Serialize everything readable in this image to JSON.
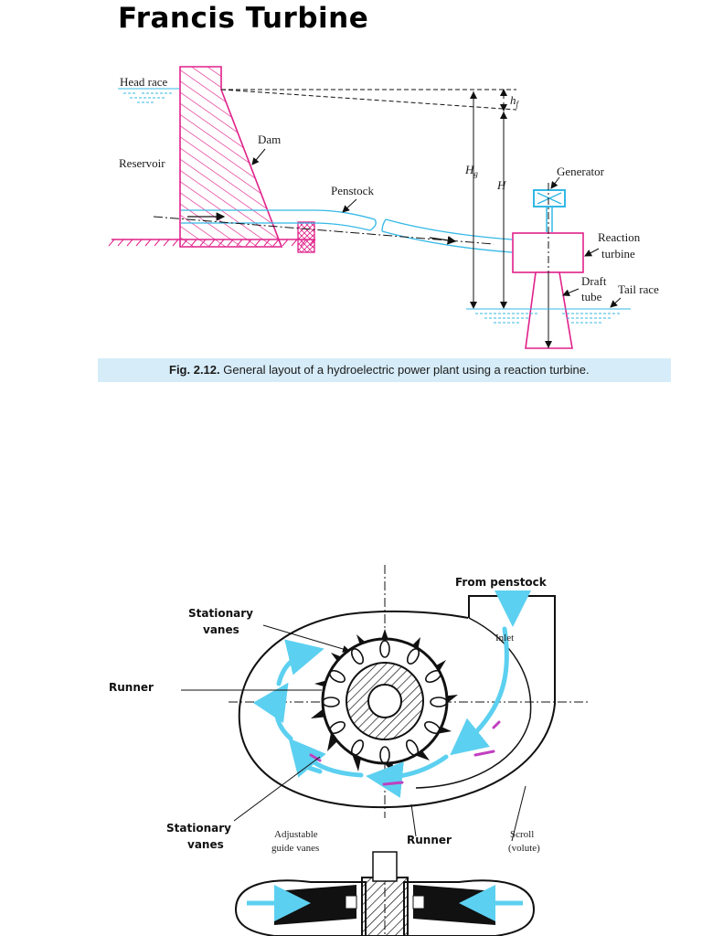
{
  "title": "Francis Turbine",
  "figure1": {
    "caption_num": "Fig. 2.12.",
    "caption_text": " General layout of a hydroelectric power plant using a reaction turbine.",
    "labels": {
      "head_race": "Head race",
      "reservoir": "Reservoir",
      "dam": "Dam",
      "penstock": "Penstock",
      "hg": "H",
      "hg_sub": "g",
      "h": "H",
      "hf": "h",
      "hf_sub": "f",
      "generator": "Generator",
      "reaction": "Reaction",
      "turbine": "turbine",
      "draft": "Draft",
      "tube": "tube",
      "tail_race": "Tail race"
    }
  },
  "figure2": {
    "labels": {
      "from_penstock": "From penstock",
      "stationary_vanes_top_1": "Stationary",
      "stationary_vanes_top_2": "vanes",
      "inlet": "Inlet",
      "runner_left": "Runner",
      "stationary_vanes_bottom_1": "Stationary",
      "stationary_vanes_bottom_2": "vanes",
      "adjustable_1": "Adjustable",
      "adjustable_2": "guide vanes",
      "runner_bottom": "Runner",
      "scroll_1": "Scroll",
      "scroll_2": "(volute)"
    }
  },
  "colors": {
    "magenta": "#e0218a",
    "cyan": "#33b8e6",
    "flow": "#5cd0f0",
    "caption_bg": "#d6ecf8"
  }
}
